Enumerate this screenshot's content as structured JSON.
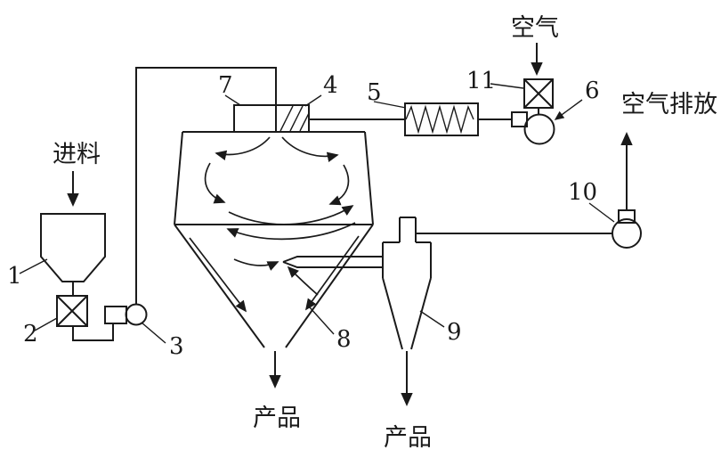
{
  "diagram": {
    "labels": {
      "feed": "进料",
      "air_in": "空气",
      "air_exhaust": "空气排放",
      "product_dryer": "产品",
      "product_cyclone": "产品"
    },
    "part_numbers": {
      "n1": "1",
      "n2": "2",
      "n3": "3",
      "n4": "4",
      "n5": "5",
      "n6": "6",
      "n7": "7",
      "n8": "8",
      "n9": "9",
      "n10": "10",
      "n11": "11"
    },
    "colors": {
      "line": "#1a1a1a",
      "background": "#ffffff"
    }
  }
}
